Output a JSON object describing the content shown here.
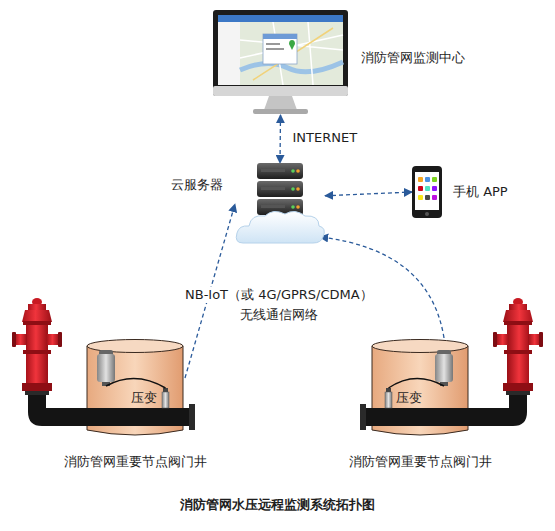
{
  "diagram": {
    "caption": "消防管网水压远程监测系统拓扑图",
    "nodes": [
      {
        "text": [
          "消防管网监测中心"
        ]
      },
      {
        "text": [
          "云服务器"
        ]
      },
      {
        "text": [
          "手机 APP"
        ]
      },
      {
        "text": [
          "压变",
          "消防管网重要节点阀门井"
        ]
      },
      {
        "text": [
          "压变",
          "消防管网重要节点阀门井"
        ]
      }
    ],
    "edges": [
      {
        "from": 0,
        "to": 1,
        "arrow": "both",
        "label": "INTERNET"
      },
      {
        "from": 1,
        "to": 2,
        "arrow": "both"
      },
      {
        "from": 3,
        "to": 1,
        "arrow": "to"
      },
      {
        "from": 4,
        "to": 1,
        "arrow": "to"
      }
    ],
    "labels": [
      "NB-IoT（或 4G/GPRS/CDMA）",
      "无线通信网络"
    ]
  }
}
